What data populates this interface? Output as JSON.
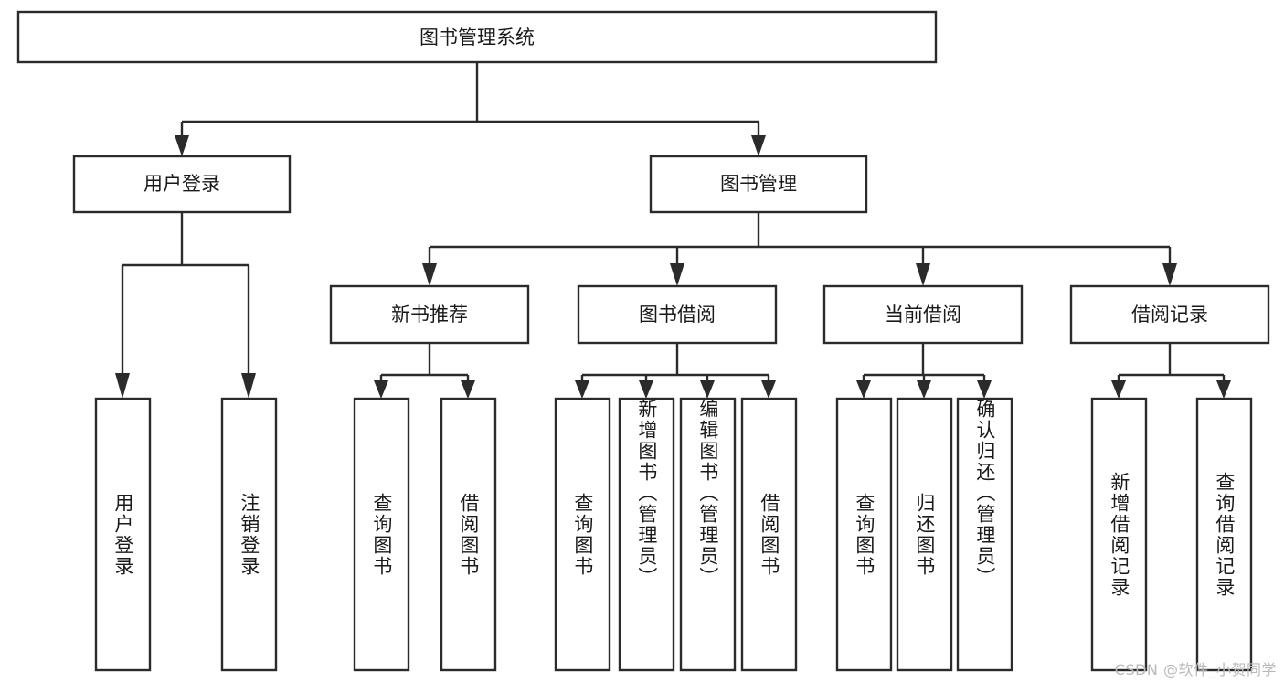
{
  "diagram": {
    "type": "hierarchy-tree",
    "title": "图书管理系统",
    "watermark": "CSDN @软件_小贺同学",
    "levels": {
      "root": {
        "label": "图书管理系统"
      },
      "level2": [
        {
          "id": "user-login",
          "label": "用户登录"
        },
        {
          "id": "book-management",
          "label": "图书管理"
        }
      ],
      "level3": [
        {
          "id": "new-book-recommend",
          "label": "新书推荐",
          "parent": "book-management"
        },
        {
          "id": "book-borrow",
          "label": "图书借阅",
          "parent": "book-management"
        },
        {
          "id": "current-borrow",
          "label": "当前借阅",
          "parent": "book-management"
        },
        {
          "id": "borrow-record",
          "label": "借阅记录",
          "parent": "book-management"
        }
      ],
      "leaves": [
        {
          "id": "leaf-user-login",
          "label": "用户登录",
          "parent": "user-login"
        },
        {
          "id": "leaf-logout-login",
          "label": "注销登录",
          "parent": "user-login"
        },
        {
          "id": "leaf-query-book-1",
          "label": "查询图书",
          "parent": "new-book-recommend"
        },
        {
          "id": "leaf-borrow-book-1",
          "label": "借阅图书",
          "parent": "new-book-recommend"
        },
        {
          "id": "leaf-query-book-2",
          "label": "查询图书",
          "parent": "book-borrow"
        },
        {
          "id": "leaf-add-book",
          "label": "新增图书（管理员）",
          "parent": "book-borrow"
        },
        {
          "id": "leaf-edit-book",
          "label": "编辑图书（管理员）",
          "parent": "book-borrow"
        },
        {
          "id": "leaf-borrow-book-2",
          "label": "借阅图书",
          "parent": "book-borrow"
        },
        {
          "id": "leaf-query-book-3",
          "label": "查询图书",
          "parent": "current-borrow"
        },
        {
          "id": "leaf-return-book",
          "label": "归还图书",
          "parent": "current-borrow"
        },
        {
          "id": "leaf-confirm-return",
          "label": "确认归还（管理员）",
          "parent": "current-borrow"
        },
        {
          "id": "leaf-add-record",
          "label": "新增借阅记录",
          "parent": "borrow-record"
        },
        {
          "id": "leaf-query-record",
          "label": "查询借阅记录",
          "parent": "borrow-record"
        }
      ]
    },
    "colors": {
      "box_stroke": "#2b2b2b",
      "box_fill": "#ffffff",
      "text": "#1a1a1a",
      "background": "#ffffff",
      "watermark": "#b9b9b9"
    }
  }
}
